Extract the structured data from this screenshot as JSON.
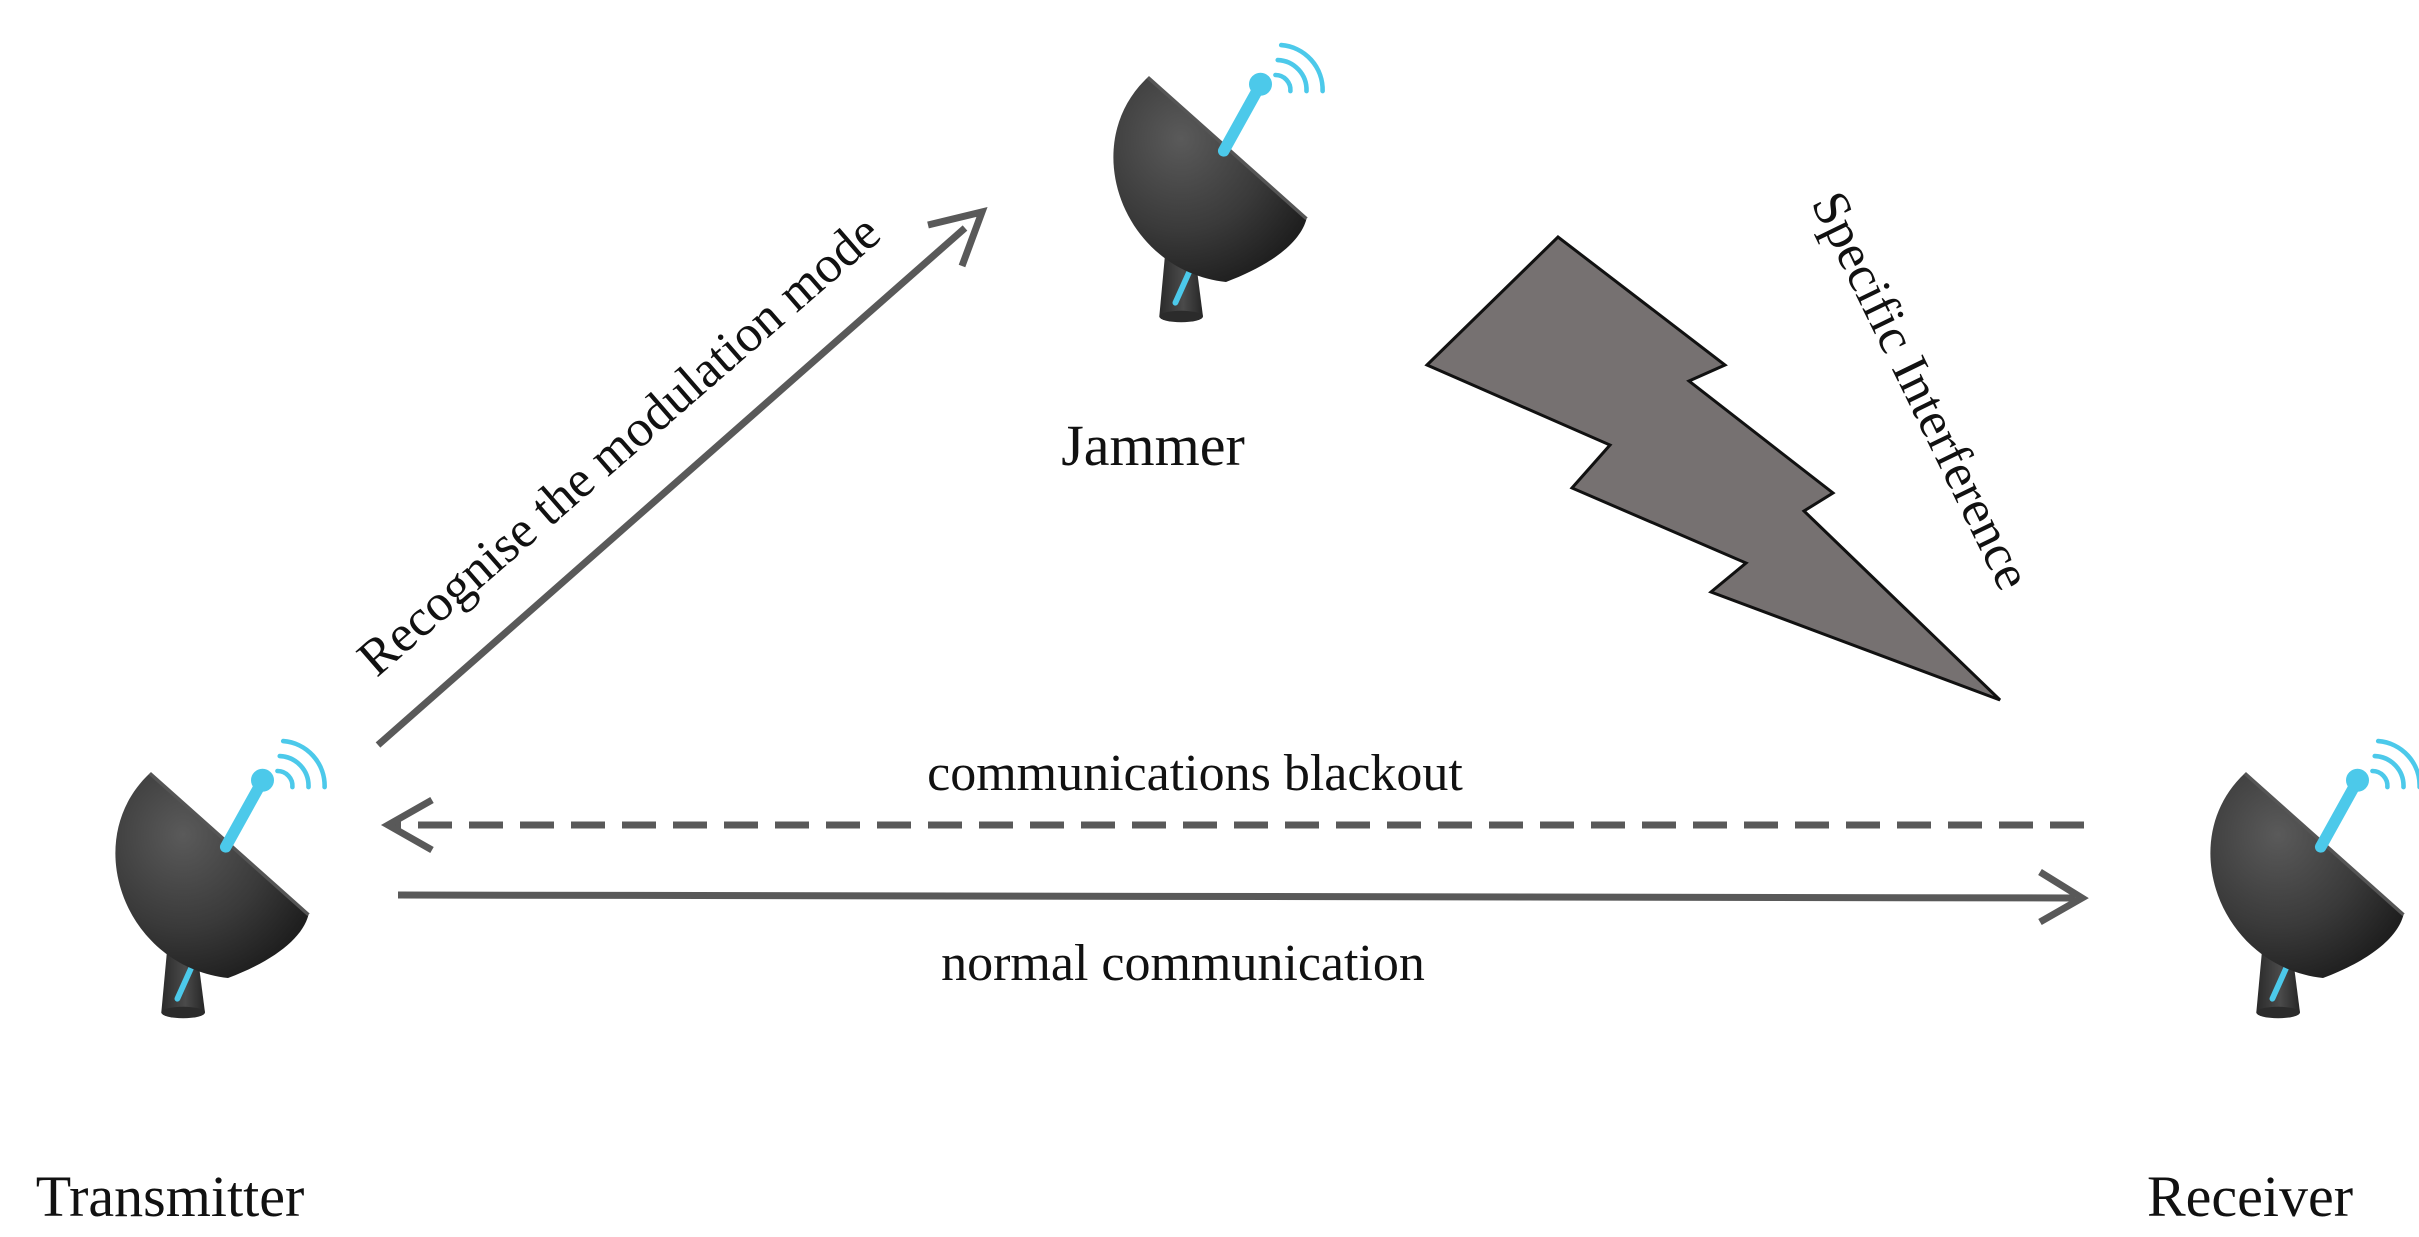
{
  "nodes": {
    "jammer": {
      "label": "Jammer",
      "icon": "satellite-dish-icon"
    },
    "transmitter": {
      "label": "Transmitter",
      "icon": "satellite-dish-icon"
    },
    "receiver": {
      "label": "Receiver",
      "icon": "satellite-dish-icon"
    }
  },
  "links": {
    "recognise": {
      "label": "Recognise the modulation mode"
    },
    "interference": {
      "label": "Specific Interference"
    },
    "blackout": {
      "label": "communications blackout"
    },
    "normal": {
      "label": "normal communication"
    }
  },
  "colors": {
    "dish": "#3d3d3d",
    "dish_dark": "#2a2a2a",
    "antenna": "#4cc9ea",
    "arrow": "#595959",
    "bolt_fill": "#767171",
    "bolt_stroke": "#111111",
    "text": "#111111"
  }
}
